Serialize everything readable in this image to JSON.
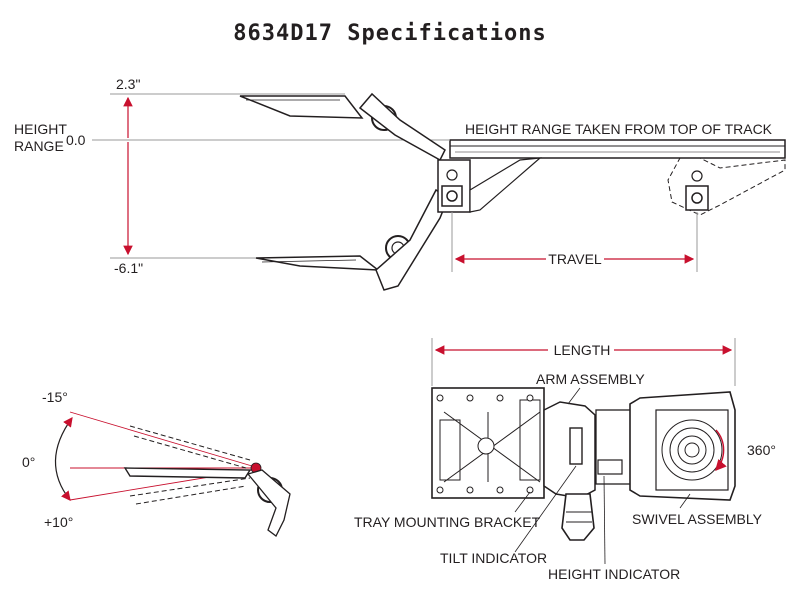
{
  "title": "8634D17 Specifications",
  "colors": {
    "dimension": "#c8102e",
    "line": "#231f20",
    "gray": "#9a9a9a"
  },
  "height_diagram": {
    "axis_label_line1": "HEIGHT",
    "axis_label_line2": "RANGE",
    "max_value": "2.3\"",
    "zero_value": "0.0",
    "min_value": "-6.1\"",
    "track_note": "HEIGHT RANGE TAKEN FROM TOP OF TRACK",
    "travel_label": "TRAVEL"
  },
  "tilt_diagram": {
    "up_angle": "-15°",
    "level_angle": "0°",
    "down_angle": "+10°"
  },
  "top_view": {
    "length_label": "LENGTH",
    "rotation_label": "360°",
    "callouts": {
      "arm_assembly": "ARM ASSEMBLY",
      "tray_mounting_bracket": "TRAY MOUNTING BRACKET",
      "tilt_indicator": "TILT INDICATOR",
      "swivel_assembly": "SWIVEL ASSEMBLY",
      "height_indicator": "HEIGHT INDICATOR"
    }
  }
}
